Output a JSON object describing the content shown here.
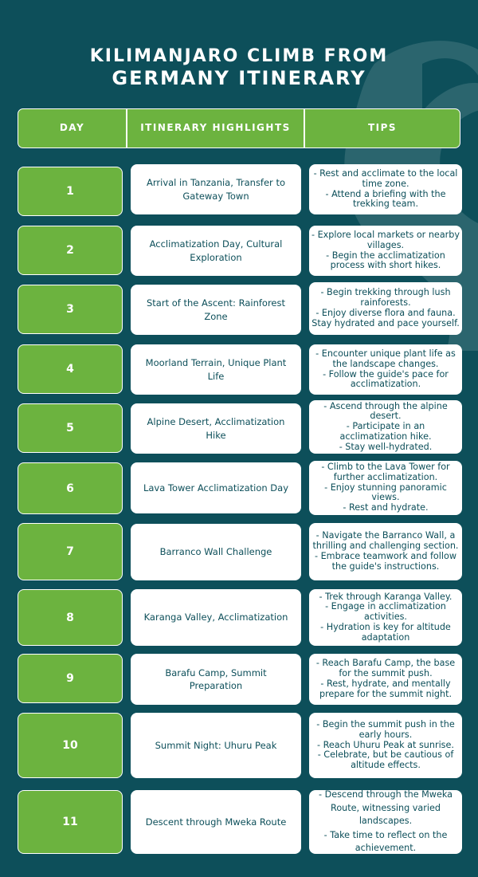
{
  "title": {
    "line1": "KILIMANJARO CLIMB FROM",
    "line2": "GERMANY ITINERARY"
  },
  "header": {
    "day": "DAY",
    "highlights": "ITINERARY HIGHLIGHTS",
    "tips": "TIPS"
  },
  "rows": [
    {
      "day": "1",
      "highlight": "Arrival in Tanzania, Transfer to Gateway Town",
      "tips": [
        "- Rest and acclimate to the local time zone.",
        "- Attend a briefing with the trekking team."
      ]
    },
    {
      "day": "2",
      "highlight": "Acclimatization Day, Cultural Exploration",
      "tips": [
        "- Explore local markets or nearby villages.",
        "- Begin the acclimatization process with short hikes."
      ]
    },
    {
      "day": "3",
      "highlight": "Start of the Ascent: Rainforest Zone",
      "tips": [
        "- Begin trekking through lush rainforests.",
        "- Enjoy diverse flora and fauna. Stay hydrated and pace yourself."
      ]
    },
    {
      "day": "4",
      "highlight": "Moorland Terrain, Unique Plant Life",
      "tips": [
        "- Encounter unique plant life as the landscape changes.",
        "- Follow the guide's pace for acclimatization."
      ]
    },
    {
      "day": "5",
      "highlight": "Alpine Desert, Acclimatization Hike",
      "tips": [
        "- Ascend through the alpine desert.",
        "- Participate in an acclimatization hike.",
        "- Stay well-hydrated."
      ]
    },
    {
      "day": "6",
      "highlight": "Lava Tower Acclimatization Day",
      "tips": [
        "- Climb to the Lava Tower for further acclimatization.",
        "- Enjoy stunning panoramic views.",
        "- Rest and hydrate."
      ]
    },
    {
      "day": "7",
      "highlight": "Barranco Wall Challenge",
      "tips": [
        "- Navigate the Barranco Wall, a thrilling and challenging section.",
        "- Embrace teamwork and follow the guide's instructions."
      ]
    },
    {
      "day": "8",
      "highlight": "Karanga Valley, Acclimatization",
      "tips": [
        "- Trek through Karanga Valley.",
        "- Engage in acclimatization activities.",
        "- Hydration is key for altitude adaptation"
      ]
    },
    {
      "day": "9",
      "highlight": "Barafu Camp, Summit Preparation",
      "tips": [
        "- Reach Barafu Camp, the base for the summit push.",
        "- Rest, hydrate, and mentally prepare for the summit night."
      ]
    },
    {
      "day": "10",
      "highlight": "Summit Night: Uhuru Peak",
      "tips": [
        "- Begin the summit push in the early hours.",
        "- Reach Uhuru Peak at sunrise.",
        "- Celebrate, but be cautious of altitude effects."
      ]
    },
    {
      "day": "11",
      "highlight": "Descent through Mweka Route",
      "tips": [
        "- Descend through the Mweka Route, witnessing varied landscapes.",
        "- Take time to reflect on the achievement."
      ]
    }
  ]
}
